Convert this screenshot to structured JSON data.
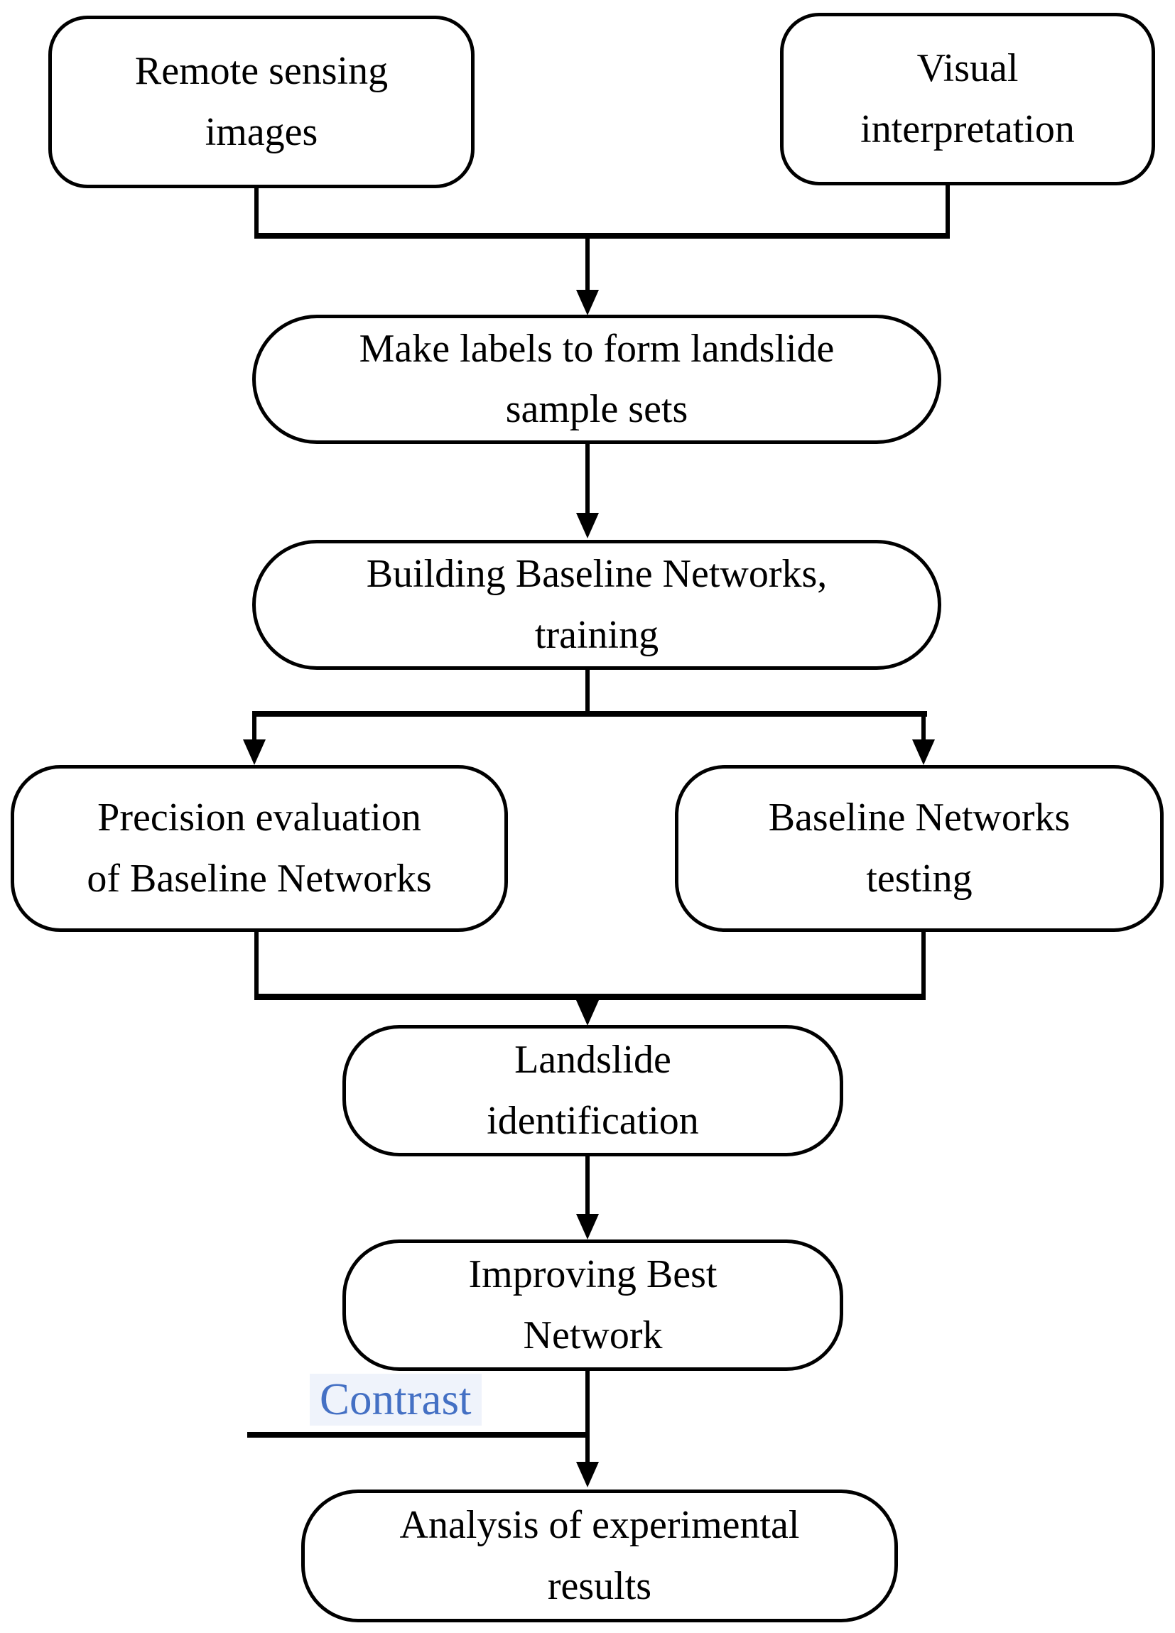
{
  "diagram": {
    "type": "flowchart",
    "nodes": {
      "remote_sensing_images": {
        "label": "Remote sensing\nimages"
      },
      "visual_interpretation": {
        "label": "Visual\ninterpretation"
      },
      "make_labels": {
        "label": "Make labels to form landslide\nsample sets"
      },
      "building_baseline_networks": {
        "label": "Building Baseline Networks,\ntraining"
      },
      "precision_evaluation": {
        "label": "Precision evaluation\nof Baseline Networks"
      },
      "baseline_networks_testing": {
        "label": "Baseline Networks\ntesting"
      },
      "landslide_identification": {
        "label": "Landslide\nidentification"
      },
      "improving_best_network": {
        "label": "Improving Best\nNetwork"
      },
      "analysis_of_results": {
        "label": "Analysis of experimental\nresults"
      }
    },
    "annotations": {
      "contrast": "Contrast"
    },
    "colors": {
      "background": "#ffffff",
      "node_fill": "#ffffff",
      "node_border": "#000000",
      "text": "#000000",
      "connector": "#000000",
      "contrast_text": "#4470c4"
    }
  }
}
